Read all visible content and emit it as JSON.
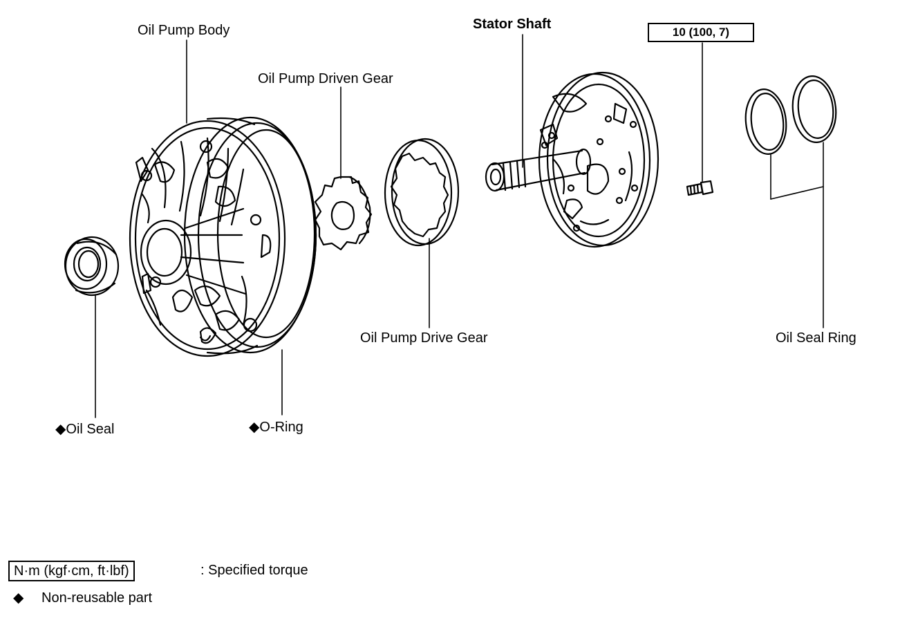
{
  "labels": {
    "oil_pump_body": "Oil Pump Body",
    "oil_pump_driven_gear": "Oil Pump Driven Gear",
    "stator_shaft": "Stator Shaft",
    "torque_spec": "10 (100, 7)",
    "oil_seal_ring": "Oil Seal Ring",
    "oil_pump_drive_gear": "Oil Pump Drive Gear",
    "oil_seal": "◆Oil Seal",
    "o_ring": "◆O-Ring"
  },
  "legend": {
    "torque_unit": "N·m (kgf·cm, ft·lbf)",
    "torque_desc": ":  Specified torque",
    "nonreusable_symbol": "◆",
    "nonreusable_desc": "Non-reusable part"
  }
}
